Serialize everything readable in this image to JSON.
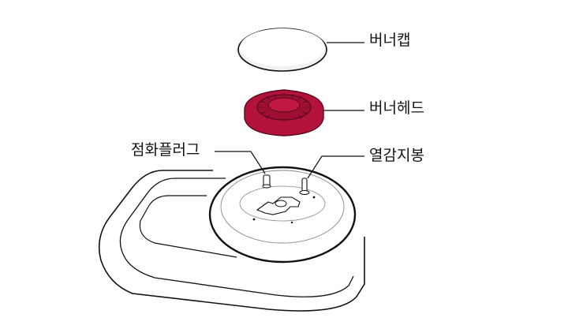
{
  "labels": {
    "burner_cap": "버너캡",
    "burner_head": "버너헤드",
    "ignition_plug": "점화플러그",
    "thermocouple": "열감지봉"
  },
  "colors": {
    "burner_head": "#b3123a",
    "line": "#111111",
    "light_line": "#888888"
  }
}
